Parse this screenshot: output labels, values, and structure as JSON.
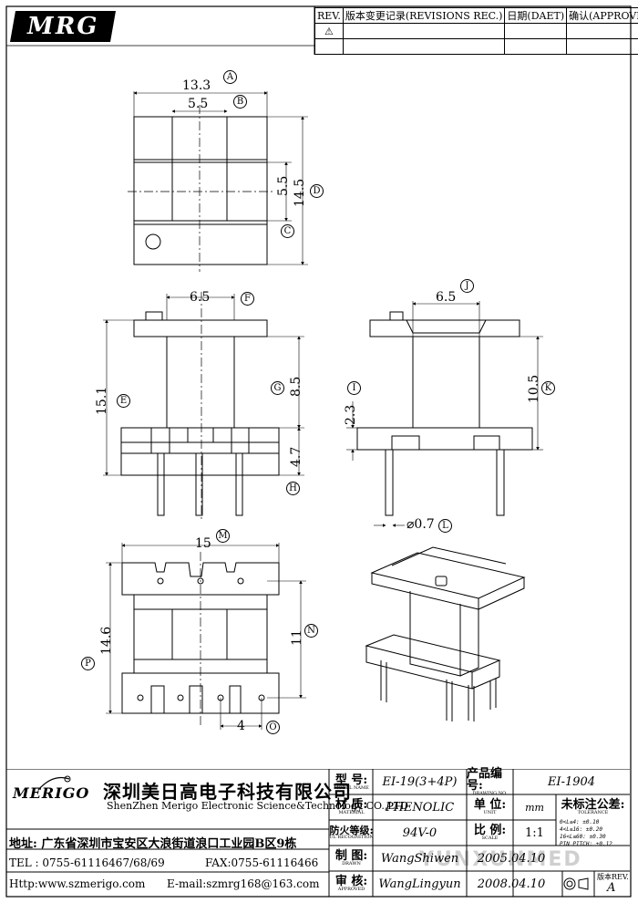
{
  "brand": {
    "logo_text": "MRG",
    "merigo_text": "MERIGO"
  },
  "revisions": {
    "headers": [
      "REV.",
      "版本变更记录(REVISIONS REC.)",
      "日期(DAET)",
      "确认(APPROVED)"
    ],
    "rows": [
      [
        "⚠",
        "",
        "",
        ""
      ],
      [
        "",
        "",
        "",
        ""
      ]
    ]
  },
  "top_view": {
    "dims": {
      "a": "13.3",
      "b": "5.5",
      "c_label": "5.5",
      "d": "14.5"
    },
    "markers": [
      "A",
      "B",
      "C",
      "D"
    ]
  },
  "front_view": {
    "dims": {
      "f": "6.5",
      "e": "15.1",
      "g": "8.5",
      "h": "4.7"
    },
    "markers": [
      "E",
      "F",
      "G",
      "H"
    ]
  },
  "side_view": {
    "dims": {
      "j": "6.5",
      "i": "2.3",
      "k": "10.5",
      "l": "⌀0.7"
    },
    "markers": [
      "I",
      "J",
      "K",
      "L"
    ]
  },
  "bottom_view": {
    "dims": {
      "m": "15",
      "p": "14.6",
      "n": "11",
      "o": "4"
    },
    "markers": [
      "M",
      "N",
      "O",
      "P"
    ]
  },
  "watermark": "YUNXUNMED",
  "title_block": {
    "company_cn": "深圳美日高电子科技有限公司",
    "company_en": "ShenZhen Merigo Electronic Science&Technology CO.,LTD",
    "address": "地址: 广东省深圳市宝安区大浪街道浪口工业园B区9栋",
    "tel": "TEL : 0755-61116467/68/69",
    "fax": "FAX:0755-61116466",
    "http": "Http:www.szmerigo.com",
    "email": "E-mail:szmrg168@163.com",
    "model_label": "型 号:",
    "model_sub": "MODEL NAME",
    "model_value": "EI-19(3+4P)",
    "drawing_label": "产品编号:",
    "drawing_sub": "DRAWING NO.",
    "drawing_value": "EI-1904",
    "material_label": "材 质:",
    "material_sub": "MATERIAL",
    "material_value": "PHENOLIC",
    "unit_label": "单 位:",
    "unit_sub": "UNIT",
    "unit_value": "mm",
    "tol_label": "未标注公差:",
    "tol_sub": "TOLERANCE",
    "ul_label": "防火等级:",
    "ul_sub": "UL RECOGNITION",
    "ul_value": "94V-0",
    "scale_label": "比 例:",
    "scale_sub": "SCALE",
    "scale_value": "1:1",
    "tol_rows": [
      "0<L≤4:  ±0.10",
      "4<L≤16: ±0.20",
      "16<L≤60: ±0.30",
      "PIN PITCH: ±0.12"
    ],
    "drawn_label": "制 图:",
    "drawn_sub": "DRAWN",
    "drawn_value": "WangShiwen",
    "drawn_date": "2005.04.10",
    "approved_label": "审 核:",
    "approved_sub": "APPROVED",
    "approved_value": "WangLingyun",
    "approved_date": "2008.04.10",
    "rev_label": "版本REV.",
    "rev_value": "A"
  }
}
